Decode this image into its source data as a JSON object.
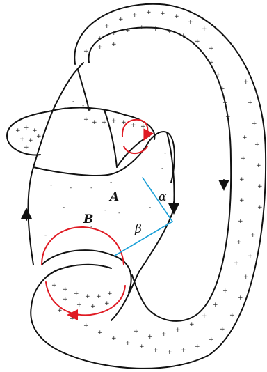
{
  "labels": {
    "A": "A",
    "B": "B",
    "alpha": "α",
    "beta": "β"
  },
  "symbols": {
    "positive": "+",
    "negative": "-"
  },
  "colors": {
    "strand": "#111111",
    "arc": "#e01b24",
    "segment": "#1aa0d8"
  }
}
